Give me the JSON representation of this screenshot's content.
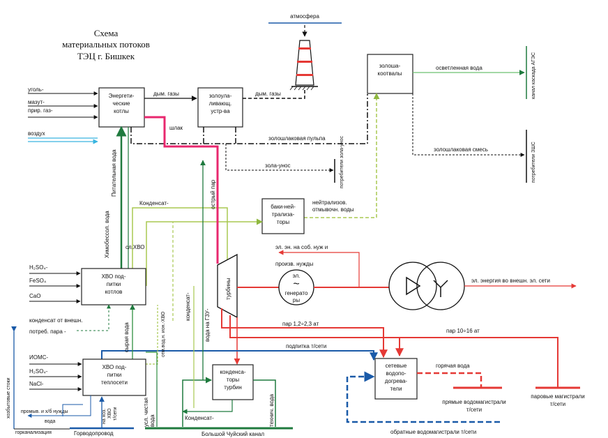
{
  "title": {
    "line1": "Схема",
    "line2": "материальных потоков",
    "line3": "ТЭЦ г. Бишкек"
  },
  "nodes": {
    "boilers": [
      "Энергети-",
      "ческие",
      "котлы"
    ],
    "ash_collectors": [
      "золоула-",
      "ливающ.",
      "устр-ва"
    ],
    "ash_settlers": [
      "золоша-",
      "коотвалы"
    ],
    "neutralization_tanks": [
      "баки-ней-",
      "трализа-",
      "торы"
    ],
    "hvo_boiler_feed": [
      "ХВО под-",
      "питки",
      "котлов"
    ],
    "hvo_heat_net": [
      "ХВО под-",
      "питки",
      "теплосети"
    ],
    "turbines": "турбины",
    "generators": [
      "эл.",
      "генерато",
      "ры"
    ],
    "condensers": [
      "конденса-",
      "торы",
      "турбин"
    ],
    "net_heaters": [
      "сетевые",
      "водопо-",
      "догрева-",
      "тели"
    ],
    "chimney_top": "атмосфера"
  },
  "labels": {
    "coal": "уголь-",
    "fuel_oil": "мазут-",
    "natural_gas": "прир. газ-",
    "air": "воздух",
    "flue_gases_1": "дым. газы",
    "flue_gases_2": "дым. газы",
    "slag": "шлак",
    "ash_slurry": "золошлаковая пульпа",
    "fly_ash": "зола-унос",
    "fly_ash_consumers": "потребители зола-унос",
    "clarified_water": "осветленная вода",
    "cascade_channel": "канал каскада АГЭС",
    "ash_mixture": "золошлаковая смесь",
    "zshs_consumers": "потребители ЗШС",
    "feed_water": "Питательная вода",
    "chem_water": "Химобессол. вода",
    "condensate_top": "Конденсат-",
    "neutralized_water": [
      "нейтрализов.",
      "отмывочн. воды"
    ],
    "chem_hvo": "сл.ХВО",
    "live_steam": "острый пар",
    "own_needs": [
      "эл. эн. на соб. нуж и",
      "произв. нужды"
    ],
    "power_export": "эл. энергия во внешн. эл. сети",
    "steam_low": "пар 1,2÷2,3 ат",
    "steam_high": "пар 10÷16 ат",
    "makeup_heat_net": "подпитка т/сети",
    "hot_water": "горячая вода",
    "direct_mains": [
      "прямые водомагистрали",
      "т/сети"
    ],
    "steam_mains": [
      "паровые магистрали",
      "т/сети"
    ],
    "return_mains": "обратные водомагистрали т/сети",
    "h2so4_1": "H₂SO₄-",
    "feso4": "FeSO₄",
    "cao": "CaO",
    "ext_condensate": [
      "конденсат от внешн.",
      "потреб. пара -"
    ],
    "ioms": "ИОМС-",
    "h2so4_2": "H₂SO₄-",
    "nacl": "NaCl-",
    "raw_water": "сырая вода",
    "regen_water": "отм.вод.н. ион.-ХВО",
    "condensate_gzu": "конденсат-",
    "water_gzu": "вода на ГЗУ-",
    "cond_bottom": "Конденсат-",
    "clean_water": [
      "усл. чистая",
      "вода"
    ],
    "tech_water": "технич. вода",
    "big_chui": "Большой Чуйский канал",
    "domestic_sewage": "хозбытовые стоки",
    "flush_water": [
      "промыв. и х/б нужды",
      "вода"
    ],
    "gorvodoprovod": "Горводопровод",
    "sewerage": "горканализация",
    "hvo_label": [
      "на хоз.",
      "ХВО",
      "т/сети"
    ]
  },
  "colors": {
    "live_steam": "#e8276e",
    "feed_water": "#1f7a3e",
    "raw_water": "#2f8f3f",
    "light_water": "#a8c850",
    "steam": "#e53935",
    "blue_water": "#1a5aa8",
    "cyan_air": "#39b5e0",
    "clarified": "#6cc070",
    "black": "#111111"
  }
}
